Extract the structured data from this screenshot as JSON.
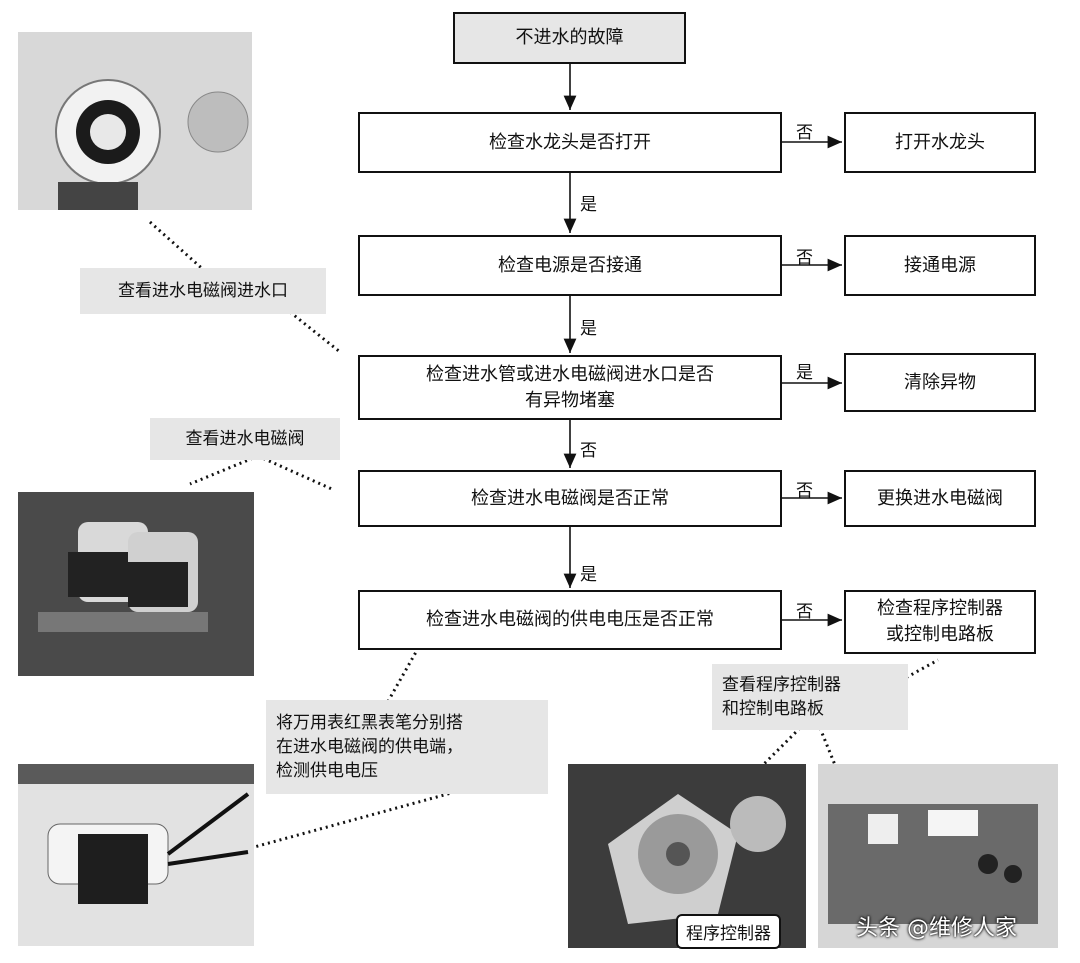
{
  "flow": {
    "start": "不进水的故障",
    "step1": "检查水龙头是否打开",
    "step1_no_action": "打开水龙头",
    "step2": "检查电源是否接通",
    "step2_no_action": "接通电源",
    "step3_line1": "检查进水管或进水电磁阀进水口是否",
    "step3_line2": "有异物堵塞",
    "step3_yes_action": "清除异物",
    "step4": "检查进水电磁阀是否正常",
    "step4_no_action": "更换进水电磁阀",
    "step5": "检查进水电磁阀的供电电压是否正常",
    "step5_no_action_line1": "检查程序控制器",
    "step5_no_action_line2": "或控制电路板",
    "yes": "是",
    "no": "否"
  },
  "notes": {
    "inlet": "查看进水电磁阀进水口",
    "valve": "查看进水电磁阀",
    "meter_line1": "将万用表红黑表笔分别搭",
    "meter_line2": "在进水电磁阀的供电端，",
    "meter_line3": "检测供电电压",
    "controller_line1": "查看程序控制器",
    "controller_line2": "和控制电路板"
  },
  "photos": {
    "controller_caption": "程序控制器",
    "watermark": "头条 @维修人家"
  }
}
